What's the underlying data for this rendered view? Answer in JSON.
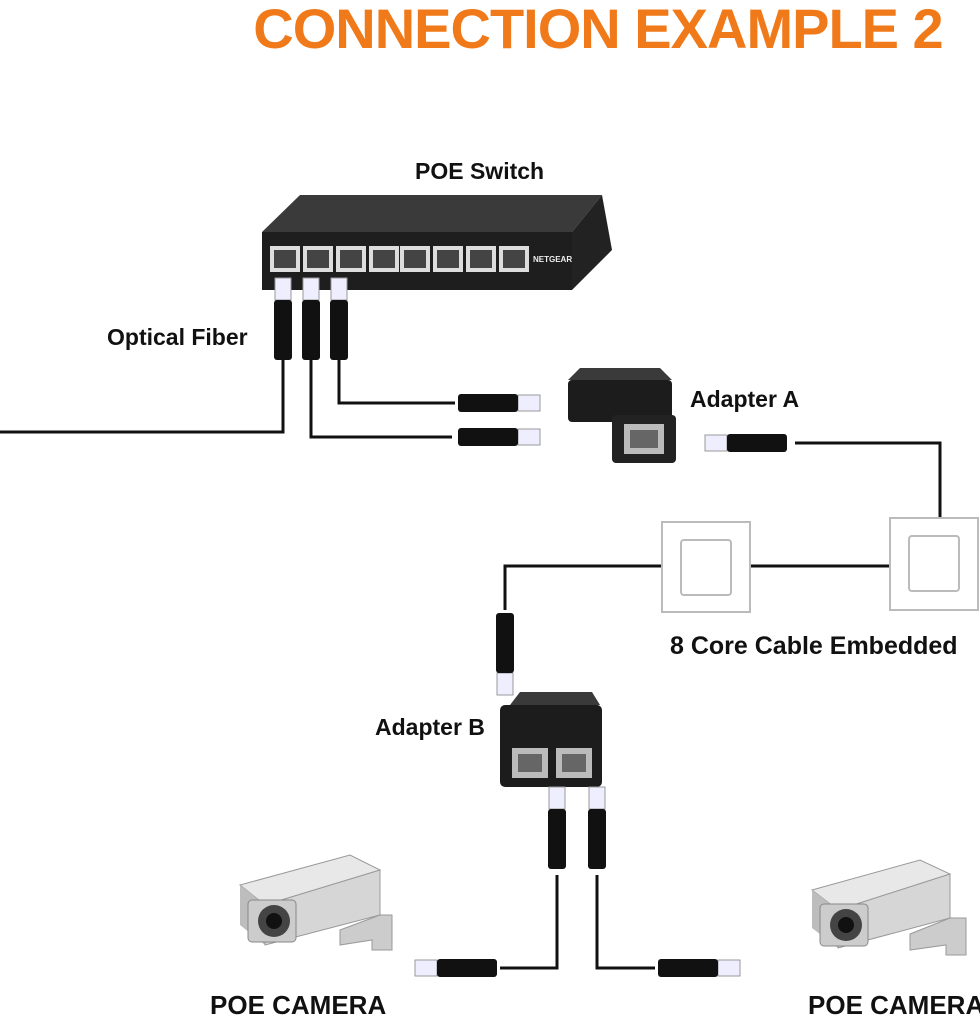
{
  "title": "CONNECTION EXAMPLE 2",
  "labels": {
    "poe_switch": "POE Switch",
    "optical_fiber": "Optical Fiber",
    "adapter_a": "Adapter A",
    "cable_embedded": "8 Core Cable Embedded",
    "adapter_b": "Adapter B",
    "camera_left": "POE CAMERA",
    "camera_right": "POE CAMERA"
  },
  "switch_branding": "NETGEAR",
  "colors": {
    "title": "#f07a1a",
    "cable": "#111111",
    "device": "#2b2b2b"
  }
}
